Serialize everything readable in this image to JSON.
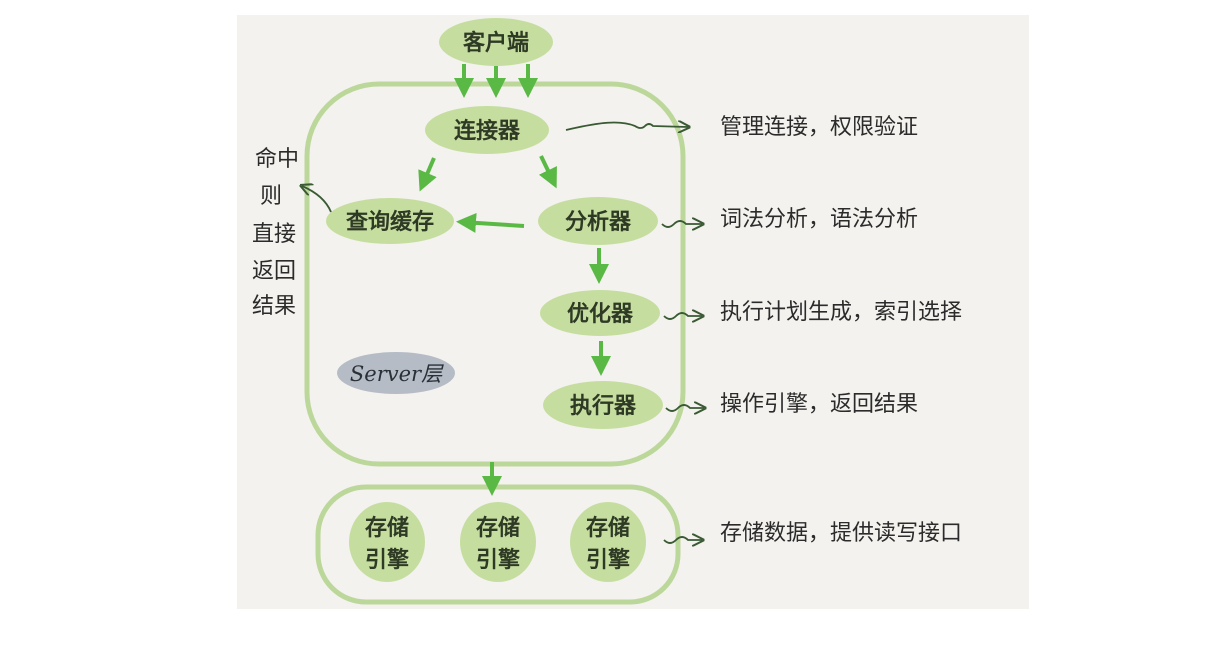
{
  "colors": {
    "paper": "#f3f2ee",
    "node_fill": "#c5dea0",
    "border": "#bcd79a",
    "arrow_green": "#5ab845",
    "arrow_dark": "#3a5a34",
    "server_label_fill": "#b5bcc6"
  },
  "nodes": {
    "client": "客户端",
    "connector": "连接器",
    "query_cache": "查询缓存",
    "analyzer": "分析器",
    "optimizer": "优化器",
    "executor": "执行器",
    "server_label": "Server层",
    "engines": [
      {
        "line1": "存储",
        "line2": "引擎"
      },
      {
        "line1": "存储",
        "line2": "引擎"
      },
      {
        "line1": "存储",
        "line2": "引擎"
      }
    ]
  },
  "annotations": {
    "connector": "管理连接，权限验证",
    "analyzer": "词法分析，语法分析",
    "optimizer": "执行计划生成，索引选择",
    "executor": "操作引擎，返回结果",
    "storage": "存储数据，提供读写接口"
  },
  "cache_note": [
    "命中",
    "则",
    "直接",
    "返回",
    "结果"
  ]
}
